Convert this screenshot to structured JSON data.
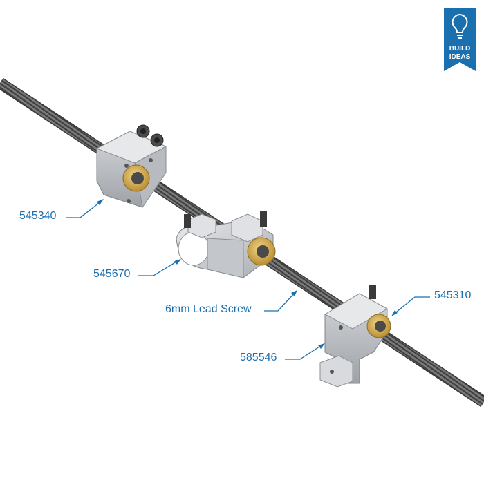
{
  "badge": {
    "line1": "BUILD",
    "line2": "IDEAS",
    "icon": "lightbulb-icon",
    "color": "#1a6fae"
  },
  "callouts": {
    "c545340": "545340",
    "c545670": "545670",
    "lead_screw": "6mm Lead Screw",
    "c545310": "545310",
    "c585546": "585546"
  },
  "colors": {
    "callout": "#1a6fae",
    "aluminum": "#c8cbce",
    "brass": "#c9a24a",
    "screw": "#6e6e6e"
  }
}
